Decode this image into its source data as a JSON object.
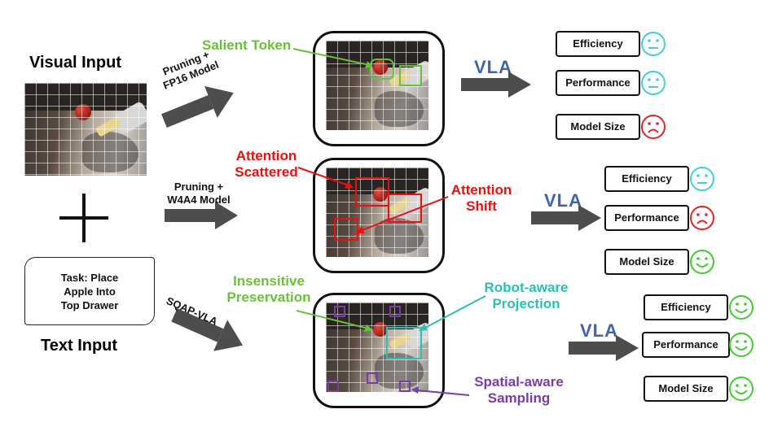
{
  "left": {
    "visual_input_label": "Visual  Input",
    "text_input_label": "Text Input",
    "task_lines": [
      "Task:  Place",
      "Apple Into",
      "Top Drawer"
    ],
    "plus_symbol": "+"
  },
  "rows": [
    {
      "method_lines": [
        "Pruning +",
        "FP16 Model"
      ],
      "annotation": "Salient Token",
      "annotation_color": "#6cbf3a",
      "vla_label": "VLA",
      "metrics": [
        {
          "label": "Efficiency",
          "face": "neutral",
          "color": "#3cd0d8"
        },
        {
          "label": "Performance",
          "face": "neutral",
          "color": "#3cd0d8"
        },
        {
          "label": "Model Size",
          "face": "sad",
          "color": "#e02424"
        }
      ]
    },
    {
      "method_lines": [
        "Pruning +",
        "W4A4 Model"
      ],
      "annotation_lines": [
        "Attention",
        "Scattered"
      ],
      "annotation_right_lines": [
        "Attention",
        "Shift"
      ],
      "annotation_color": "#e81010",
      "vla_label": "VLA",
      "metrics": [
        {
          "label": "Efficiency",
          "face": "neutral",
          "color": "#3cd0d8"
        },
        {
          "label": "Performance",
          "face": "sad",
          "color": "#e02424"
        },
        {
          "label": "Model Size",
          "face": "happy",
          "color": "#3ccf2a"
        }
      ]
    },
    {
      "method_lines": [
        "SQAP-VLA"
      ],
      "annotation_lines": [
        "Insensitive",
        "Preservation"
      ],
      "annotation_color": "#6cbf3a",
      "annotation_right_lines": [
        "Robot-aware",
        "Projection"
      ],
      "annotation_right_color": "#2bbfb5",
      "annotation_bottom_lines": [
        "Spatial-aware",
        "Sampling"
      ],
      "annotation_bottom_color": "#7a3ca6",
      "vla_label": "VLA",
      "metrics": [
        {
          "label": "Efficiency",
          "face": "happy",
          "color": "#3ccf2a"
        },
        {
          "label": "Performance",
          "face": "happy",
          "color": "#3ccf2a"
        },
        {
          "label": "Model Size",
          "face": "happy",
          "color": "#3ccf2a"
        }
      ]
    }
  ]
}
